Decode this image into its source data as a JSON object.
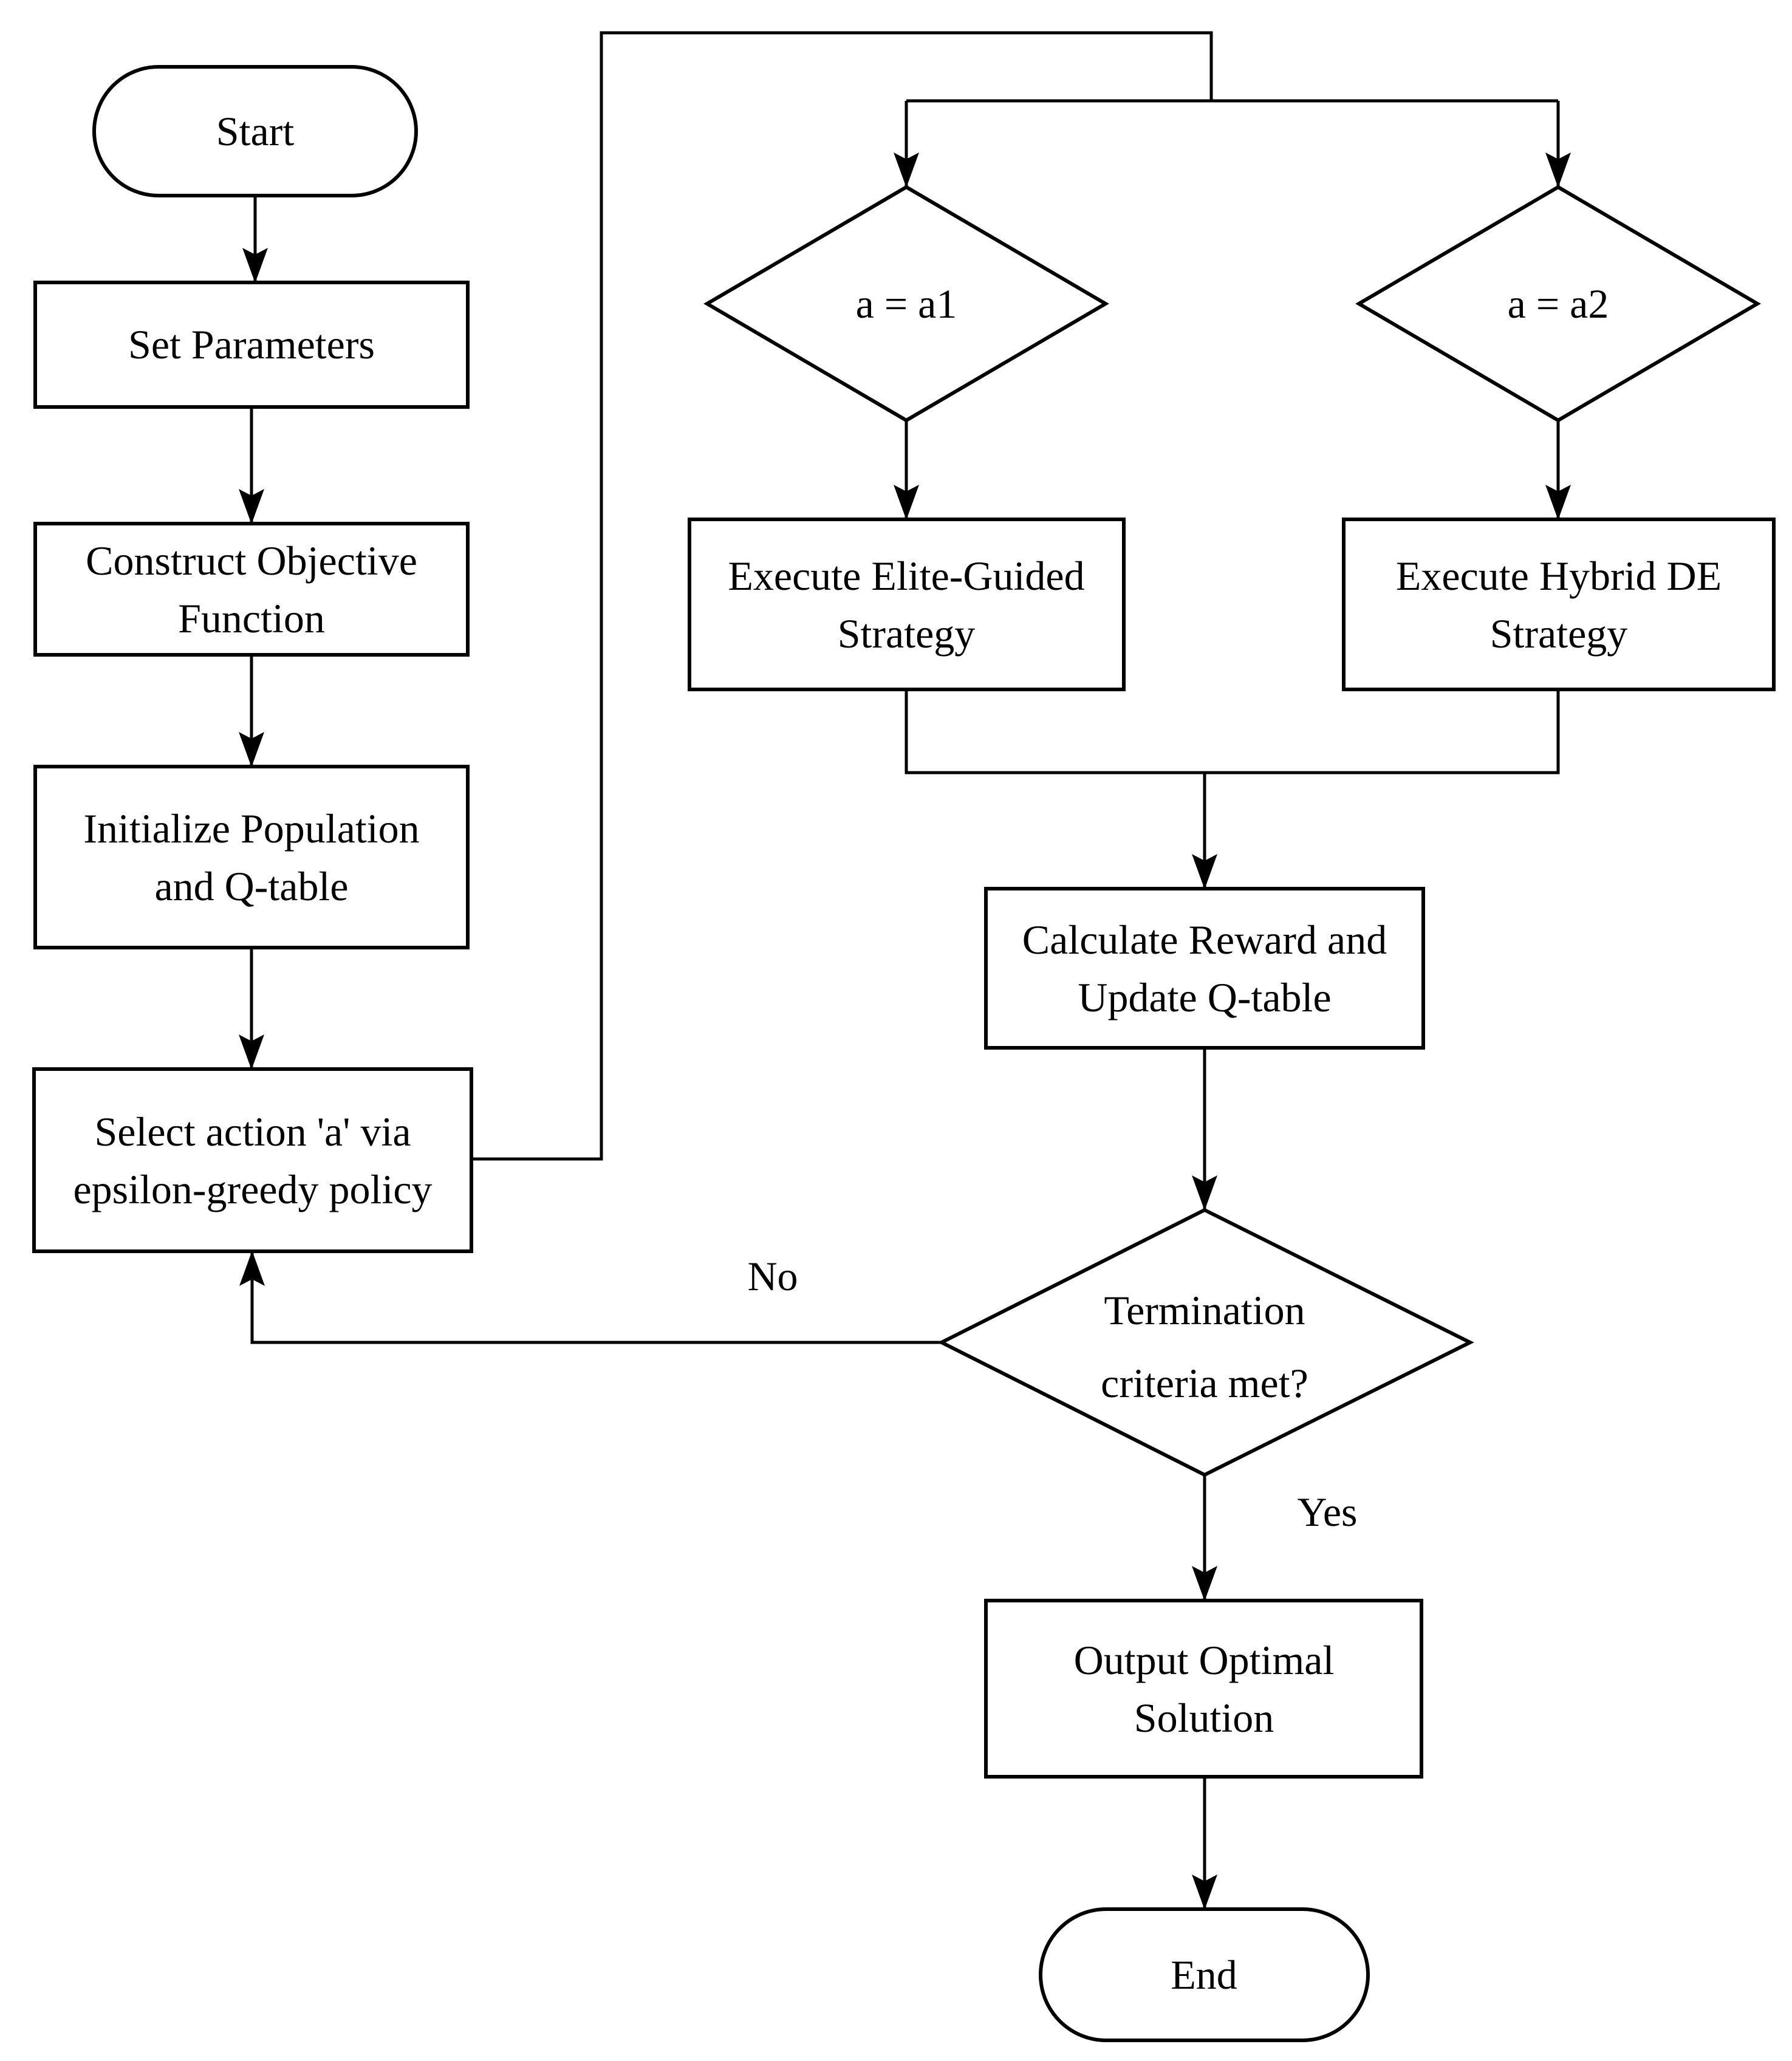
{
  "diagram": {
    "type": "flowchart",
    "background_color": "#ffffff",
    "stroke_color": "#000000",
    "text_color": "#000000",
    "nodes": {
      "start": {
        "shape": "terminator",
        "label": "Start"
      },
      "set_parameters": {
        "shape": "process",
        "label": "Set Parameters"
      },
      "construct_objective": {
        "shape": "process",
        "lines": [
          "Construct Objective",
          "Function"
        ]
      },
      "initialize_population": {
        "shape": "process",
        "lines": [
          "Initialize Population",
          "and Q-table"
        ]
      },
      "select_action": {
        "shape": "process",
        "lines": [
          "Select action 'a' via",
          "epsilon-greedy policy"
        ]
      },
      "decision_a1": {
        "shape": "decision",
        "label": "a = a1"
      },
      "decision_a2": {
        "shape": "decision",
        "label": "a = a2"
      },
      "execute_elite": {
        "shape": "process",
        "lines": [
          "Execute Elite-Guided",
          "Strategy"
        ]
      },
      "execute_hybrid": {
        "shape": "process",
        "lines": [
          "Execute Hybrid DE",
          "Strategy"
        ]
      },
      "calculate_reward": {
        "shape": "process",
        "lines": [
          "Calculate Reward and",
          "Update Q-table"
        ]
      },
      "termination": {
        "shape": "decision",
        "lines": [
          "Termination",
          "criteria met?"
        ]
      },
      "output_solution": {
        "shape": "process",
        "lines": [
          "Output Optimal",
          "Solution"
        ]
      },
      "end": {
        "shape": "terminator",
        "label": "End"
      }
    },
    "edge_labels": {
      "no": "No",
      "yes": "Yes"
    },
    "edges": [
      {
        "from": "start",
        "to": "set_parameters"
      },
      {
        "from": "set_parameters",
        "to": "construct_objective"
      },
      {
        "from": "construct_objective",
        "to": "initialize_population"
      },
      {
        "from": "initialize_population",
        "to": "select_action"
      },
      {
        "from": "select_action",
        "to": "decision_a1"
      },
      {
        "from": "select_action",
        "to": "decision_a2"
      },
      {
        "from": "decision_a1",
        "to": "execute_elite"
      },
      {
        "from": "decision_a2",
        "to": "execute_hybrid"
      },
      {
        "from": "execute_elite",
        "to": "calculate_reward"
      },
      {
        "from": "execute_hybrid",
        "to": "calculate_reward"
      },
      {
        "from": "calculate_reward",
        "to": "termination"
      },
      {
        "from": "termination",
        "to": "select_action",
        "label": "No"
      },
      {
        "from": "termination",
        "to": "output_solution",
        "label": "Yes"
      },
      {
        "from": "output_solution",
        "to": "end"
      }
    ]
  }
}
